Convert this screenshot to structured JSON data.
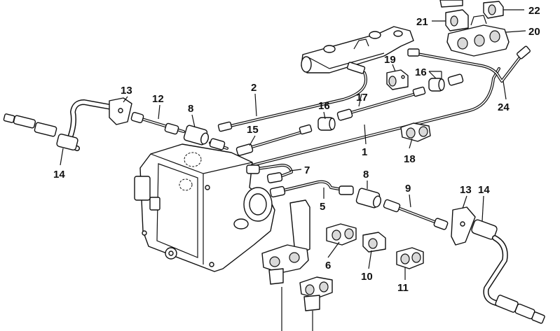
{
  "diagram": {
    "callouts": [
      {
        "id": "c1",
        "text": "1"
      },
      {
        "id": "c2",
        "text": "2"
      },
      {
        "id": "c5",
        "text": "5"
      },
      {
        "id": "c6",
        "text": "6"
      },
      {
        "id": "c7",
        "text": "7"
      },
      {
        "id": "c8a",
        "text": "8"
      },
      {
        "id": "c8b",
        "text": "8"
      },
      {
        "id": "c9",
        "text": "9"
      },
      {
        "id": "c10",
        "text": "10"
      },
      {
        "id": "c11",
        "text": "11"
      },
      {
        "id": "c12",
        "text": "12"
      },
      {
        "id": "c13a",
        "text": "13"
      },
      {
        "id": "c13b",
        "text": "13"
      },
      {
        "id": "c14a",
        "text": "14"
      },
      {
        "id": "c14b",
        "text": "14"
      },
      {
        "id": "c15",
        "text": "15"
      },
      {
        "id": "c16a",
        "text": "16"
      },
      {
        "id": "c16b",
        "text": "16"
      },
      {
        "id": "c17",
        "text": "17"
      },
      {
        "id": "c18",
        "text": "18"
      },
      {
        "id": "c19",
        "text": "19"
      },
      {
        "id": "c20",
        "text": "20"
      },
      {
        "id": "c21",
        "text": "21"
      },
      {
        "id": "c22",
        "text": "22"
      },
      {
        "id": "c24",
        "text": "24"
      }
    ]
  }
}
